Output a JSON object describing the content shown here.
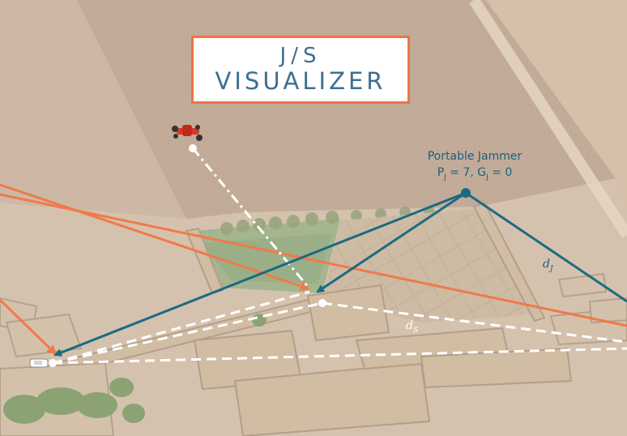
{
  "title": {
    "line1": "J/S",
    "line2": "VISUALIZER"
  },
  "jammer": {
    "name": "Portable Jammer",
    "p_symbol": "P",
    "p_sub": "J",
    "p_value": "= 7,",
    "g_symbol": "G",
    "g_sub": "J",
    "g_value": "= 0"
  },
  "distances": {
    "jammer": {
      "symbol": "d",
      "sub": "J"
    },
    "signal": {
      "symbol": "d",
      "sub": "S"
    }
  },
  "colors": {
    "jammer_blue": "#1b6a83",
    "signal_orange": "#f07a4a",
    "path_white": "#ffffff",
    "field_brown": "#b49a86",
    "compound_tan": "#c6b094"
  },
  "icons": {
    "drone": "drone-icon",
    "vehicle": "car-icon",
    "jammer": "jammer-node-icon"
  }
}
